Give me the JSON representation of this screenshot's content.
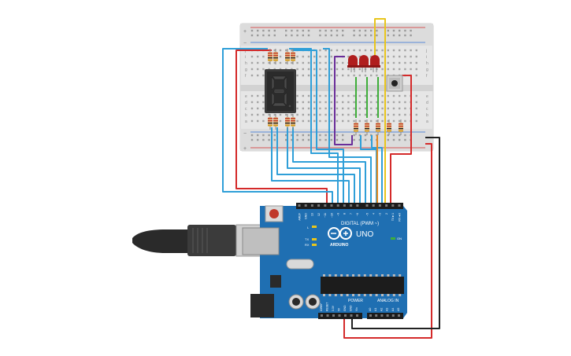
{
  "breadboard": {
    "top_row_letters": [
      "j",
      "i",
      "h",
      "g",
      "f"
    ],
    "bottom_row_letters": [
      "e",
      "d",
      "c",
      "b",
      "a"
    ],
    "rail_plus": "+",
    "rail_minus": "−"
  },
  "arduino": {
    "brand": "ARDUINO",
    "model": "UNO",
    "digital_header_label": "DIGITAL (PWM ~)",
    "power_label": "POWER",
    "analog_label": "ANALOG IN",
    "tx_label": "TX",
    "rx_label": "RX",
    "l_label": "L",
    "on_label": "ON",
    "digital_pins": [
      "AREF",
      "GND",
      "13",
      "12",
      "~11",
      "~10",
      "~9",
      "8",
      "7",
      "~6",
      "~5",
      "4",
      "~3",
      "2",
      "TX►1",
      "RX◄0"
    ],
    "power_pins": [
      "IOREF",
      "RESET",
      "3.3V",
      "5V",
      "GND",
      "GND",
      "Vin"
    ],
    "analog_pins": [
      "A0",
      "A1",
      "A2",
      "A3",
      "A4",
      "A5"
    ]
  },
  "components": {
    "seven_segment_digit": "8.",
    "led_count": 3,
    "led_color": "#b01e1e",
    "button_count": 1
  },
  "colors": {
    "board": "#1f6fb2",
    "wire_red": "#d42a2a",
    "wire_blue": "#2f9fd8",
    "wire_green": "#3fae3a",
    "wire_yellow": "#e8c51c",
    "wire_purple": "#6a2e9a",
    "wire_black": "#222222",
    "wire_orange": "#e58a1f"
  }
}
